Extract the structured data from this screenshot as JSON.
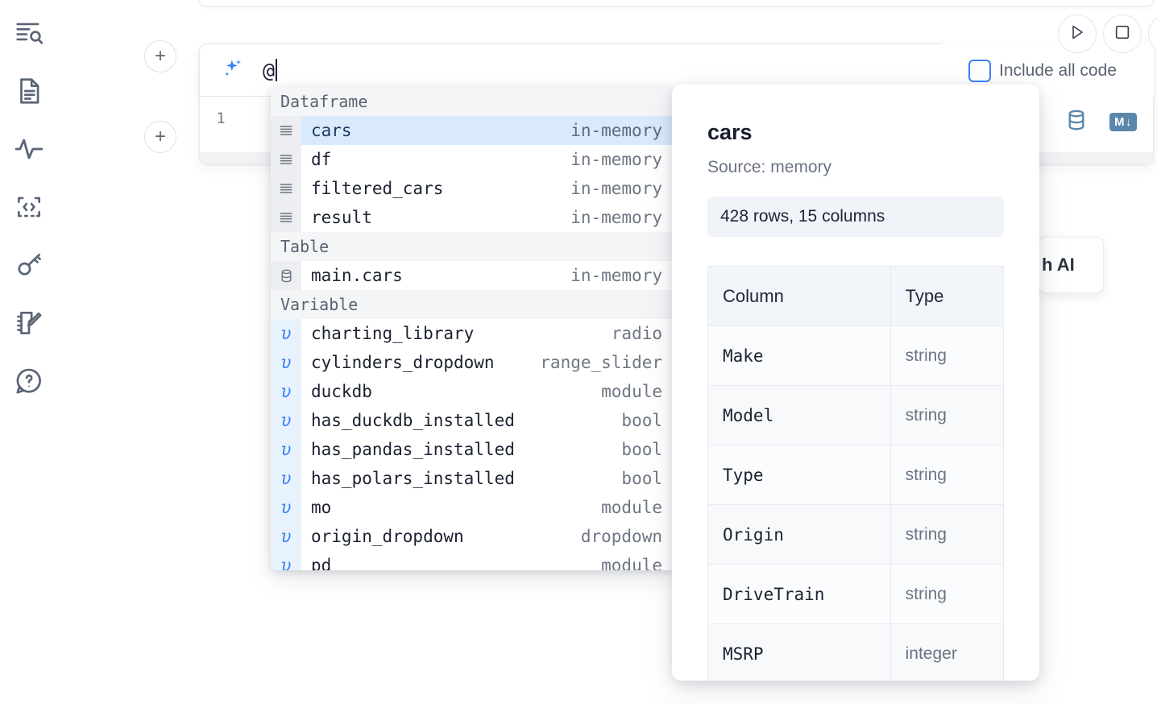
{
  "rail": {
    "items": [
      {
        "icon": "file-search-icon",
        "name": "rail-item-explore"
      },
      {
        "icon": "document-icon",
        "name": "rail-item-notebook"
      },
      {
        "icon": "activity-icon",
        "name": "rail-item-activity"
      },
      {
        "icon": "code-brackets-icon",
        "name": "rail-item-snippets"
      },
      {
        "icon": "key-icon",
        "name": "rail-item-secrets"
      },
      {
        "icon": "notepad-pencil-icon",
        "name": "rail-item-scratchpad"
      },
      {
        "icon": "help-chat-icon",
        "name": "rail-item-help"
      }
    ]
  },
  "cell": {
    "add_button_label": "+",
    "ai_icon": "sparkles-icon",
    "ai_input_value": "@",
    "line_number": "1",
    "toolbar": {
      "database_icon": "database-icon",
      "markdown_badge": "M",
      "markdown_arrow": "↓"
    }
  },
  "run_controls": {
    "run_label": "▷",
    "stop_label": "□",
    "run_icon": "play-icon",
    "stop_icon": "square-icon",
    "third_icon": "more-icon"
  },
  "include_all_code": {
    "label": "Include all code",
    "checked": false,
    "accent": "#3b82f6"
  },
  "hint_card": {
    "text": "h AI"
  },
  "autocomplete": {
    "groups": [
      {
        "label": "Dataframe",
        "items": [
          {
            "icon": "list-lines-icon",
            "name": "cars",
            "type": "in-memory",
            "selected": true
          },
          {
            "icon": "list-lines-icon",
            "name": "df",
            "type": "in-memory",
            "selected": false
          },
          {
            "icon": "list-lines-icon",
            "name": "filtered_cars",
            "type": "in-memory",
            "selected": false
          },
          {
            "icon": "list-lines-icon",
            "name": "result",
            "type": "in-memory",
            "selected": false
          }
        ]
      },
      {
        "label": "Table",
        "items": [
          {
            "icon": "database-icon",
            "name": "main.cars",
            "type": "in-memory",
            "selected": false
          }
        ]
      },
      {
        "label": "Variable",
        "items": [
          {
            "icon": "upsilon-icon",
            "name": "charting_library",
            "type": "radio",
            "selected": false
          },
          {
            "icon": "upsilon-icon",
            "name": "cylinders_dropdown",
            "type": "range_slider",
            "selected": false
          },
          {
            "icon": "upsilon-icon",
            "name": "duckdb",
            "type": "module",
            "selected": false
          },
          {
            "icon": "upsilon-icon",
            "name": "has_duckdb_installed",
            "type": "bool",
            "selected": false
          },
          {
            "icon": "upsilon-icon",
            "name": "has_pandas_installed",
            "type": "bool",
            "selected": false
          },
          {
            "icon": "upsilon-icon",
            "name": "has_polars_installed",
            "type": "bool",
            "selected": false
          },
          {
            "icon": "upsilon-icon",
            "name": "mo",
            "type": "module",
            "selected": false
          },
          {
            "icon": "upsilon-icon",
            "name": "origin_dropdown",
            "type": "dropdown",
            "selected": false
          },
          {
            "icon": "upsilon-icon",
            "name": "pd",
            "type": "module",
            "selected": false
          }
        ]
      }
    ]
  },
  "detail": {
    "title": "cars",
    "source": "Source: memory",
    "shape": "428 rows, 15 columns",
    "columns_header": "Column",
    "type_header": "Type",
    "rows": [
      {
        "column": "Make",
        "type": "string"
      },
      {
        "column": "Model",
        "type": "string"
      },
      {
        "column": "Type",
        "type": "string"
      },
      {
        "column": "Origin",
        "type": "string"
      },
      {
        "column": "DriveTrain",
        "type": "string"
      },
      {
        "column": "MSRP",
        "type": "integer"
      }
    ]
  },
  "colors": {
    "accent_blue": "#3b82f6",
    "selected_row": "#d9eafc",
    "icon_gray": "#5a6577",
    "toolbar_blue": "#5b87ac"
  }
}
